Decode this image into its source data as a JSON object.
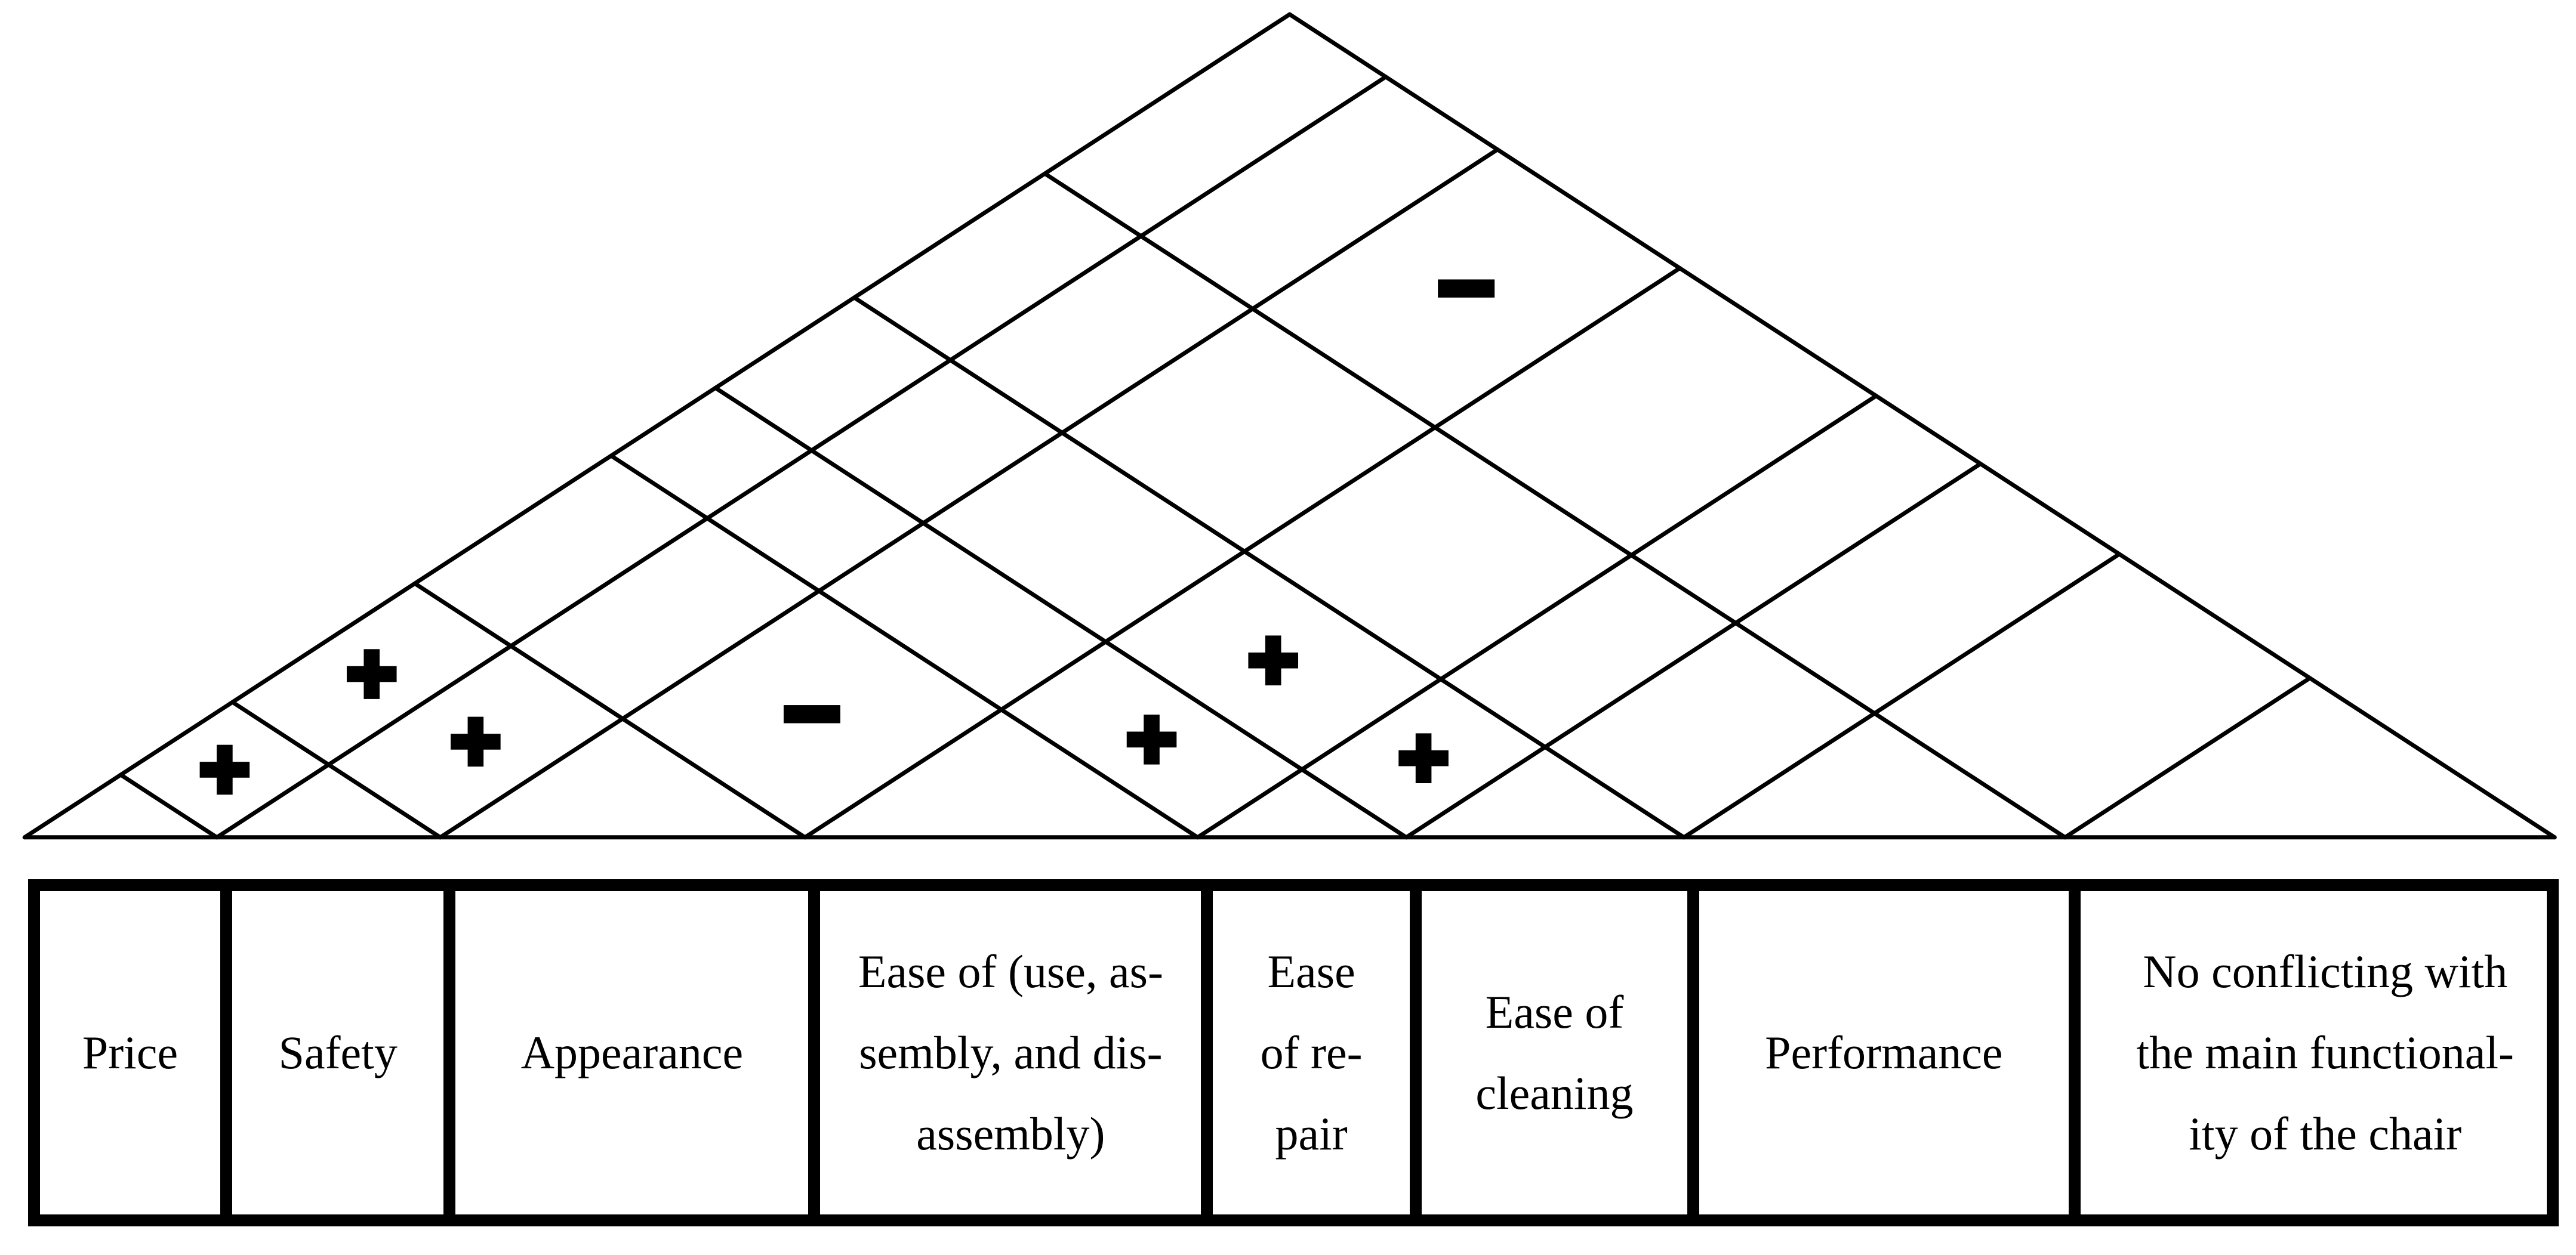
{
  "requirements": [
    {
      "label": "Price"
    },
    {
      "label": "Safety"
    },
    {
      "label": "Appearance"
    },
    {
      "label": "Ease of (use, as-\nsembly, and dis-\nassembly)"
    },
    {
      "label": "Ease\nof re-\npair"
    },
    {
      "label": "Ease of\ncleaning"
    },
    {
      "label": "Performance"
    },
    {
      "label": "No conflicting with\nthe main functional-\nity of the chair"
    }
  ],
  "correlations": [
    {
      "pair": [
        "Price",
        "Safety"
      ],
      "symbol": "plus"
    },
    {
      "pair": [
        "Price",
        "Appearance"
      ],
      "symbol": "plus"
    },
    {
      "pair": [
        "Safety",
        "Appearance"
      ],
      "symbol": "plus"
    },
    {
      "pair": [
        "Appearance",
        "Ease of (use, assembly, and disassembly)"
      ],
      "symbol": "minus"
    },
    {
      "pair": [
        "Ease of (use, assembly, and disassembly)",
        "Ease of cleaning"
      ],
      "symbol": "plus"
    },
    {
      "pair": [
        "Ease of (use, assembly, and disassembly)",
        "Ease of repair"
      ],
      "symbol": "plus"
    },
    {
      "pair": [
        "Ease of repair",
        "Ease of cleaning"
      ],
      "symbol": "plus"
    },
    {
      "pair": [
        "Appearance",
        "No conflicting with the main functionality of the chair"
      ],
      "symbol": "minus"
    }
  ]
}
